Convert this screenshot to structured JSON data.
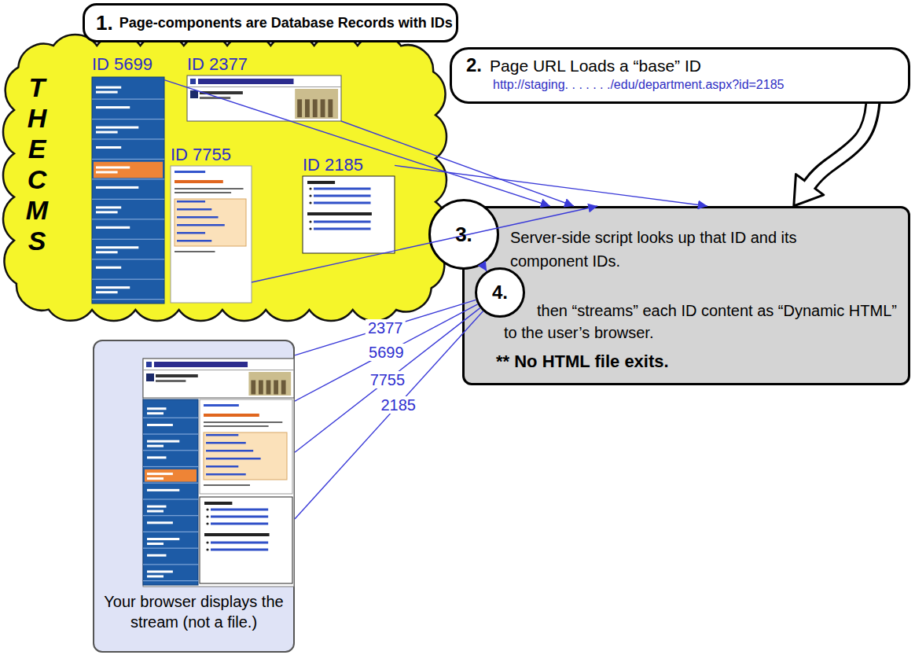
{
  "diagram": {
    "nodes": [
      {
        "text": [
          "1.",
          "Page-components are Database Records with IDs"
        ]
      },
      {
        "text": [
          "THE CMS"
        ]
      },
      {
        "text": [
          "ID 5699"
        ],
        "in": 1
      },
      {
        "text": [
          "ID 2377"
        ],
        "in": 1
      },
      {
        "text": [
          "ID 7755"
        ],
        "in": 1
      },
      {
        "text": [
          "ID 2185"
        ],
        "in": 1
      },
      {
        "text": [
          "2.",
          "Page URL Loads a “base” ID",
          "http://staging. . . . . . ./edu/department.aspx?id=2185"
        ]
      },
      {
        "text": [
          "Server-side script looks up that ID and its component IDs.",
          "then “streams” each ID content as “Dynamic HTML” to the user’s browser.",
          "** No HTML file exits."
        ]
      },
      {
        "text": [
          "3."
        ],
        "in": 7
      },
      {
        "text": [
          "4."
        ],
        "in": 7
      },
      {
        "text": [
          "Your browser displays the stream (not a file.)"
        ]
      }
    ],
    "edges": [
      {
        "from": 2,
        "to": 7,
        "arrow": "to"
      },
      {
        "from": 3,
        "to": 7,
        "arrow": "to"
      },
      {
        "from": 4,
        "to": 7,
        "arrow": "to"
      },
      {
        "from": 5,
        "to": 7,
        "arrow": "to"
      },
      {
        "from": 6,
        "to": 7,
        "arrow": "to"
      },
      {
        "from": 8,
        "to": 9,
        "arrow": "to"
      },
      {
        "from": 9,
        "to": 10,
        "arrow": "none",
        "label": "2377"
      },
      {
        "from": 9,
        "to": 10,
        "arrow": "none",
        "label": "5699"
      },
      {
        "from": 9,
        "to": 10,
        "arrow": "none",
        "label": "7755"
      },
      {
        "from": 9,
        "to": 10,
        "arrow": "none",
        "label": "2185"
      }
    ]
  }
}
